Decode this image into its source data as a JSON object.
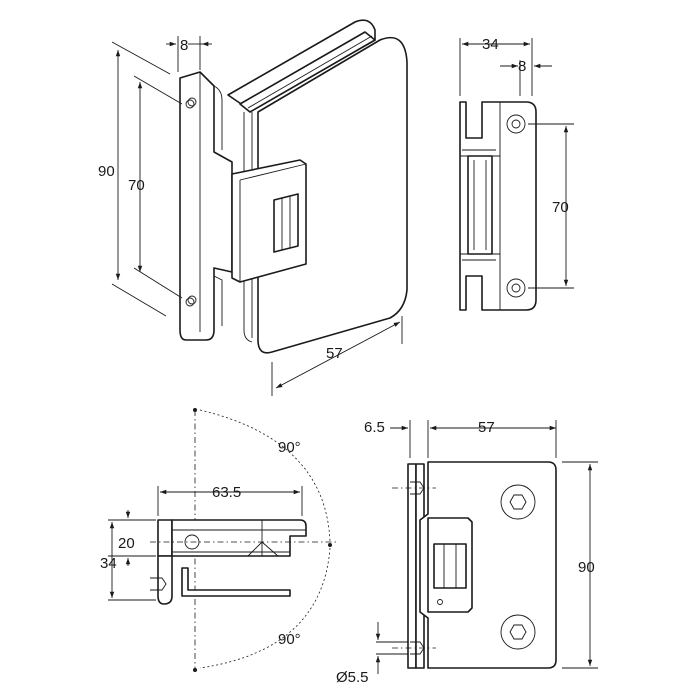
{
  "labels": {
    "iso_width": "8",
    "iso_height_outer": "90",
    "iso_height_inner": "70",
    "iso_length": "57",
    "side_width": "34",
    "side_flange": "8",
    "side_hole_spacing": "70",
    "top_angle_upper": "90°",
    "top_angle_lower": "90°",
    "top_length": "63.5",
    "top_depth_inner": "20",
    "top_depth_outer": "34",
    "front_offset": "6.5",
    "front_width": "57",
    "front_height": "90",
    "front_hole_dia": "Ø5.5"
  }
}
